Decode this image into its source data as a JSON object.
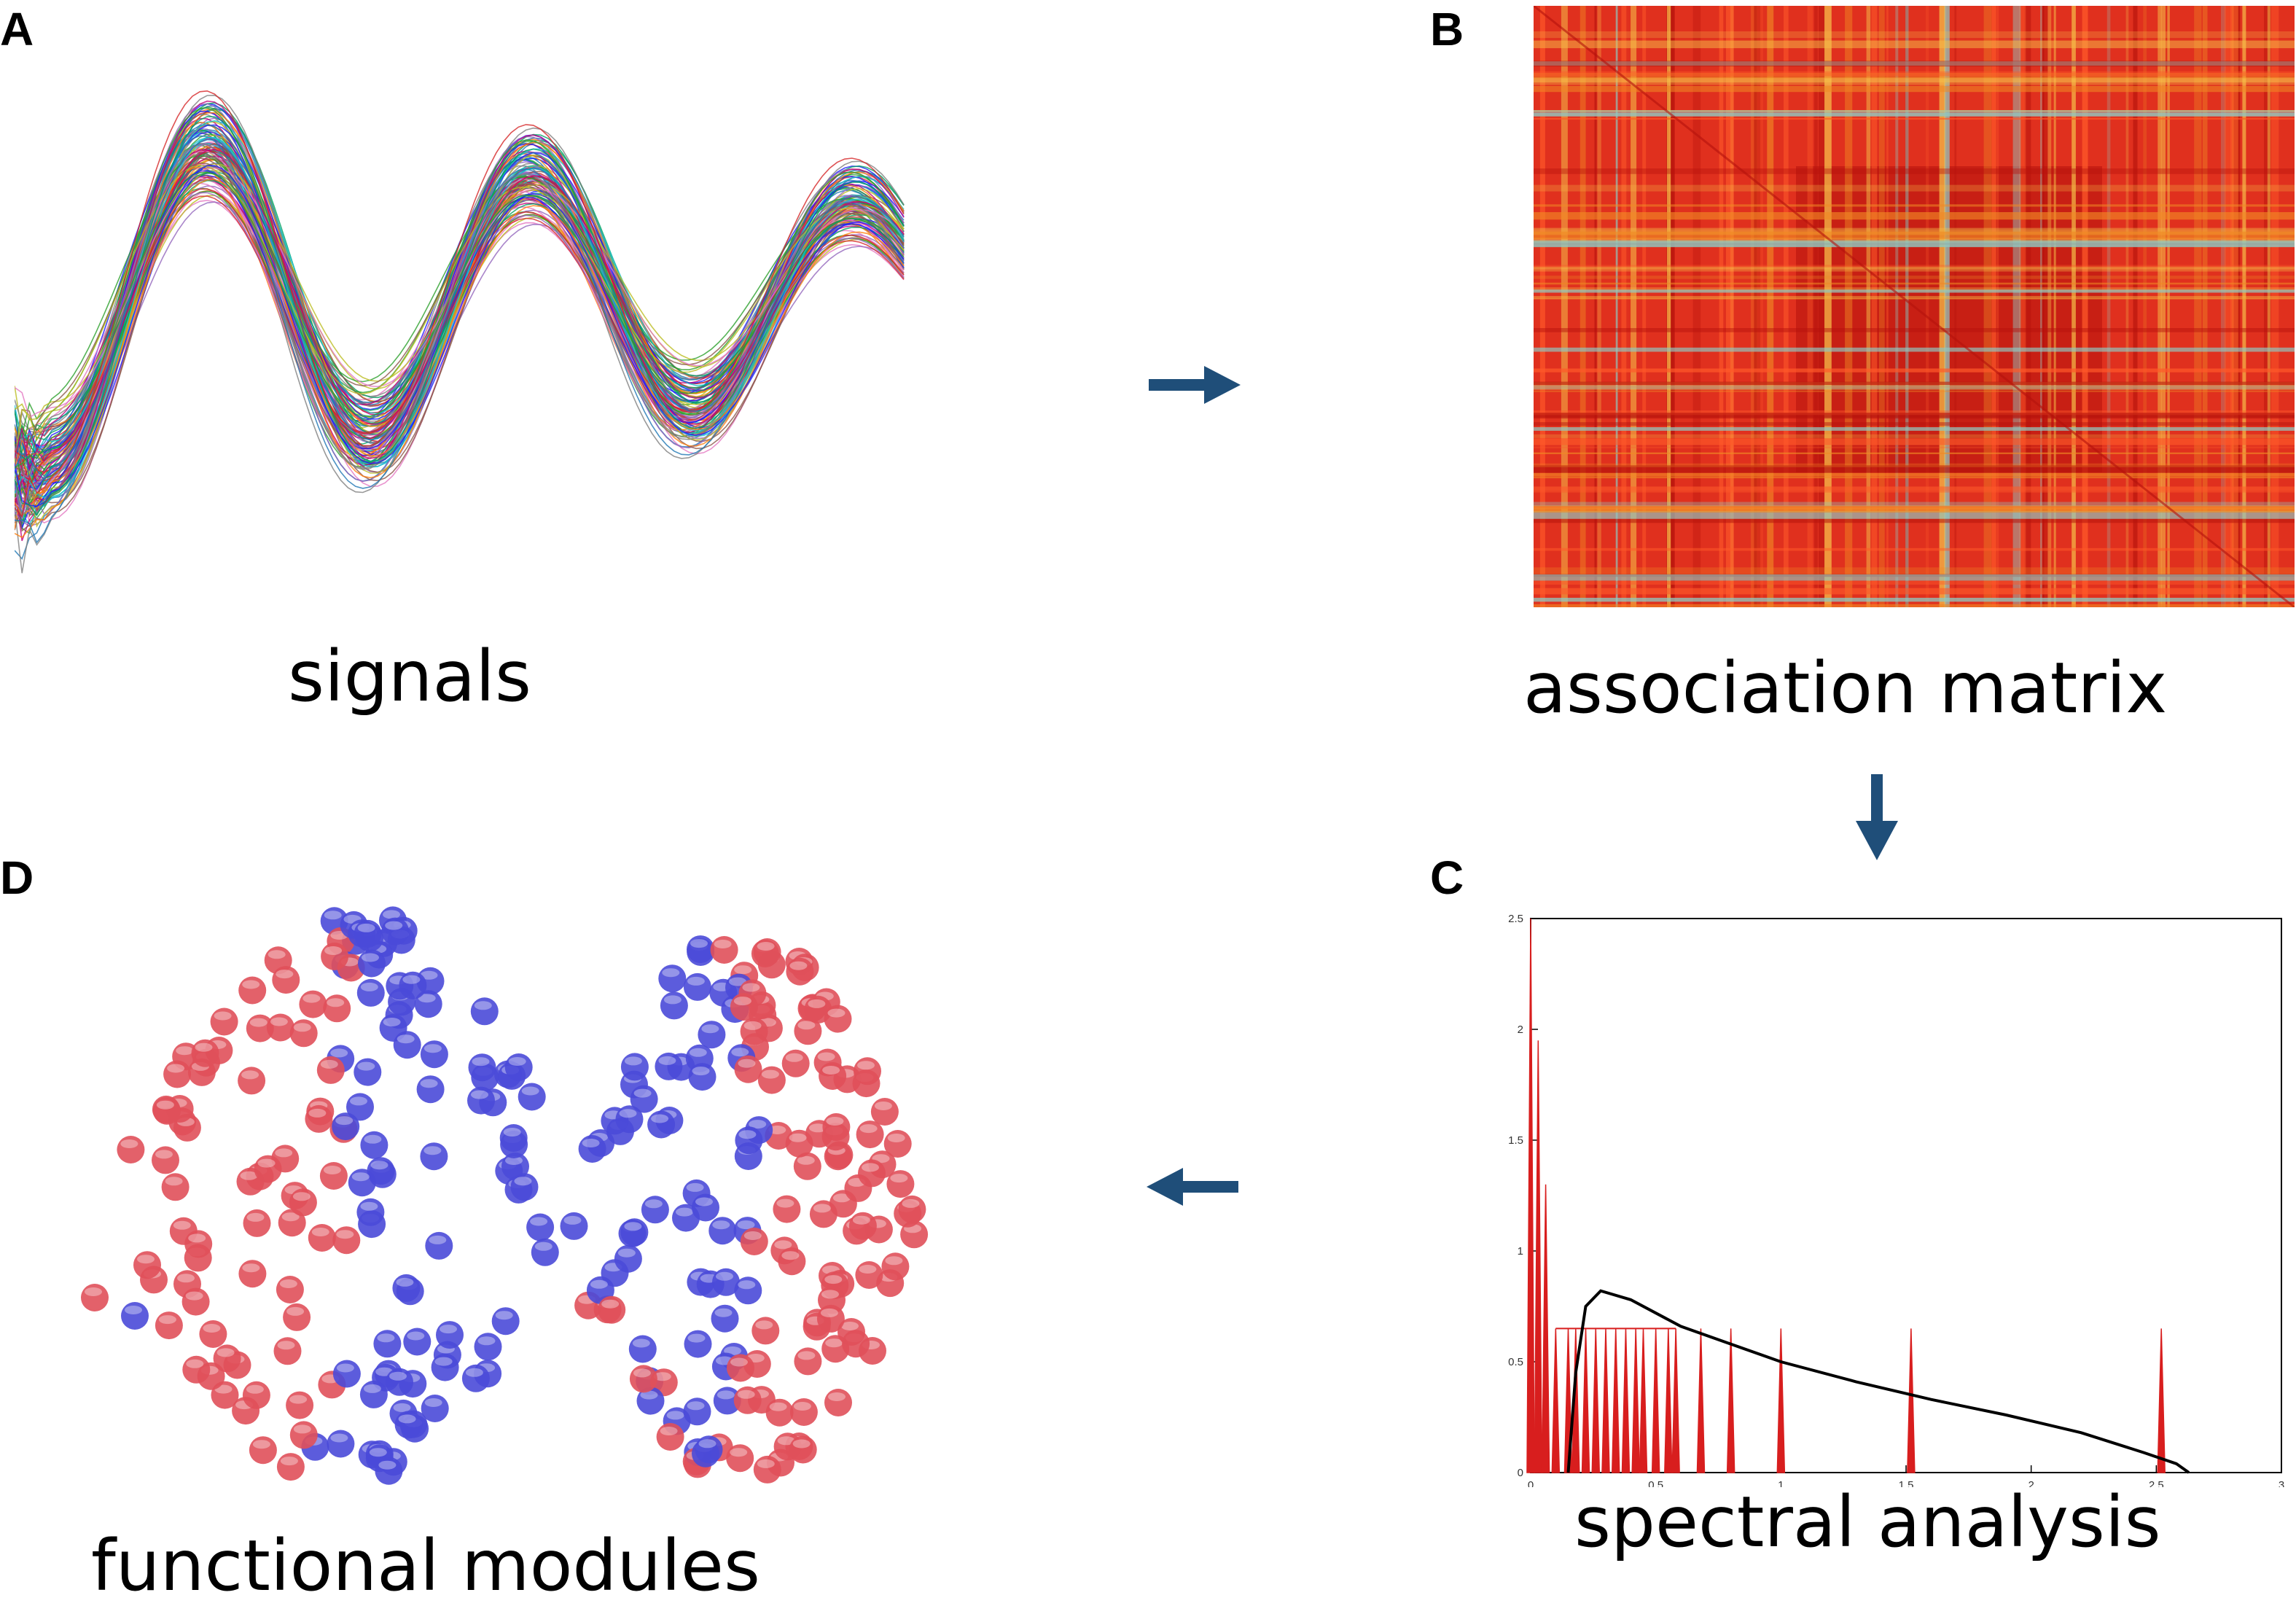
{
  "panels": {
    "a": {
      "letter": "A",
      "caption": "signals"
    },
    "b": {
      "letter": "B",
      "caption": "association matrix"
    },
    "c": {
      "letter": "C",
      "caption": "spectral analysis"
    },
    "d": {
      "letter": "D",
      "caption": "functional modules"
    }
  },
  "colors": {
    "arrow": "#1f4e79",
    "matrix_base": "#e0301e",
    "matrix_dark": "#b5120c",
    "matrix_light": "#f6c24a",
    "matrix_cyan": "#8fc9c2",
    "module_red": "#e0505a",
    "module_blue": "#4a4ad8",
    "spectrum": "#d81e1e",
    "density_curve": "#000000"
  },
  "chart_data": {
    "type": "bar",
    "xlim": [
      0,
      3
    ],
    "ylim": [
      0,
      2.5
    ],
    "xticks": [
      "0",
      "0.5",
      "1",
      "1.5",
      "2",
      "2.5",
      "3"
    ],
    "yticks": [
      "0",
      "0.5",
      "1",
      "1.5",
      "2",
      "2.5"
    ],
    "spikes": [
      {
        "x": 0.0,
        "y": 2.5
      },
      {
        "x": 0.03,
        "y": 1.95
      },
      {
        "x": 0.06,
        "y": 1.3
      },
      {
        "x": 0.1,
        "y": 0.65
      },
      {
        "x": 0.15,
        "y": 0.65
      },
      {
        "x": 0.18,
        "y": 0.65
      },
      {
        "x": 0.22,
        "y": 0.65
      },
      {
        "x": 0.26,
        "y": 0.65
      },
      {
        "x": 0.3,
        "y": 0.65
      },
      {
        "x": 0.34,
        "y": 0.65
      },
      {
        "x": 0.38,
        "y": 0.65
      },
      {
        "x": 0.42,
        "y": 0.65
      },
      {
        "x": 0.45,
        "y": 0.65
      },
      {
        "x": 0.5,
        "y": 0.65
      },
      {
        "x": 0.55,
        "y": 0.65
      },
      {
        "x": 0.58,
        "y": 0.65
      },
      {
        "x": 0.68,
        "y": 0.65
      },
      {
        "x": 0.8,
        "y": 0.65
      },
      {
        "x": 1.0,
        "y": 0.65
      },
      {
        "x": 1.52,
        "y": 0.65
      },
      {
        "x": 2.52,
        "y": 0.65
      }
    ],
    "curve": [
      {
        "x": 0.15,
        "y": 0.0
      },
      {
        "x": 0.18,
        "y": 0.45
      },
      {
        "x": 0.22,
        "y": 0.75
      },
      {
        "x": 0.28,
        "y": 0.82
      },
      {
        "x": 0.4,
        "y": 0.78
      },
      {
        "x": 0.6,
        "y": 0.66
      },
      {
        "x": 0.8,
        "y": 0.58
      },
      {
        "x": 1.0,
        "y": 0.5
      },
      {
        "x": 1.3,
        "y": 0.41
      },
      {
        "x": 1.6,
        "y": 0.33
      },
      {
        "x": 1.9,
        "y": 0.26
      },
      {
        "x": 2.2,
        "y": 0.18
      },
      {
        "x": 2.45,
        "y": 0.09
      },
      {
        "x": 2.58,
        "y": 0.04
      },
      {
        "x": 2.63,
        "y": 0.0
      }
    ]
  }
}
